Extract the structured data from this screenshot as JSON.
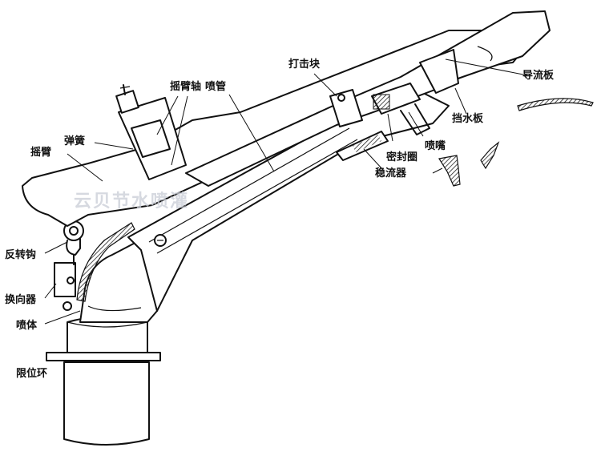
{
  "labels": {
    "rocker_arm_axle": "摇臂轴",
    "nozzle_tube": "喷管",
    "impact_block": "打击块",
    "deflector_plate": "导流板",
    "spring": "弹簧",
    "splash_plate": "挡水板",
    "rocker_arm": "摇臂",
    "nozzle": "喷嘴",
    "seal_ring": "密封圈",
    "flow_stabilizer": "稳流器",
    "reverse_hook": "反转钩",
    "reverser": "换向器",
    "sprinkler_body": "喷体",
    "limit_ring": "限位环"
  },
  "watermark": "云贝节水喷灌"
}
